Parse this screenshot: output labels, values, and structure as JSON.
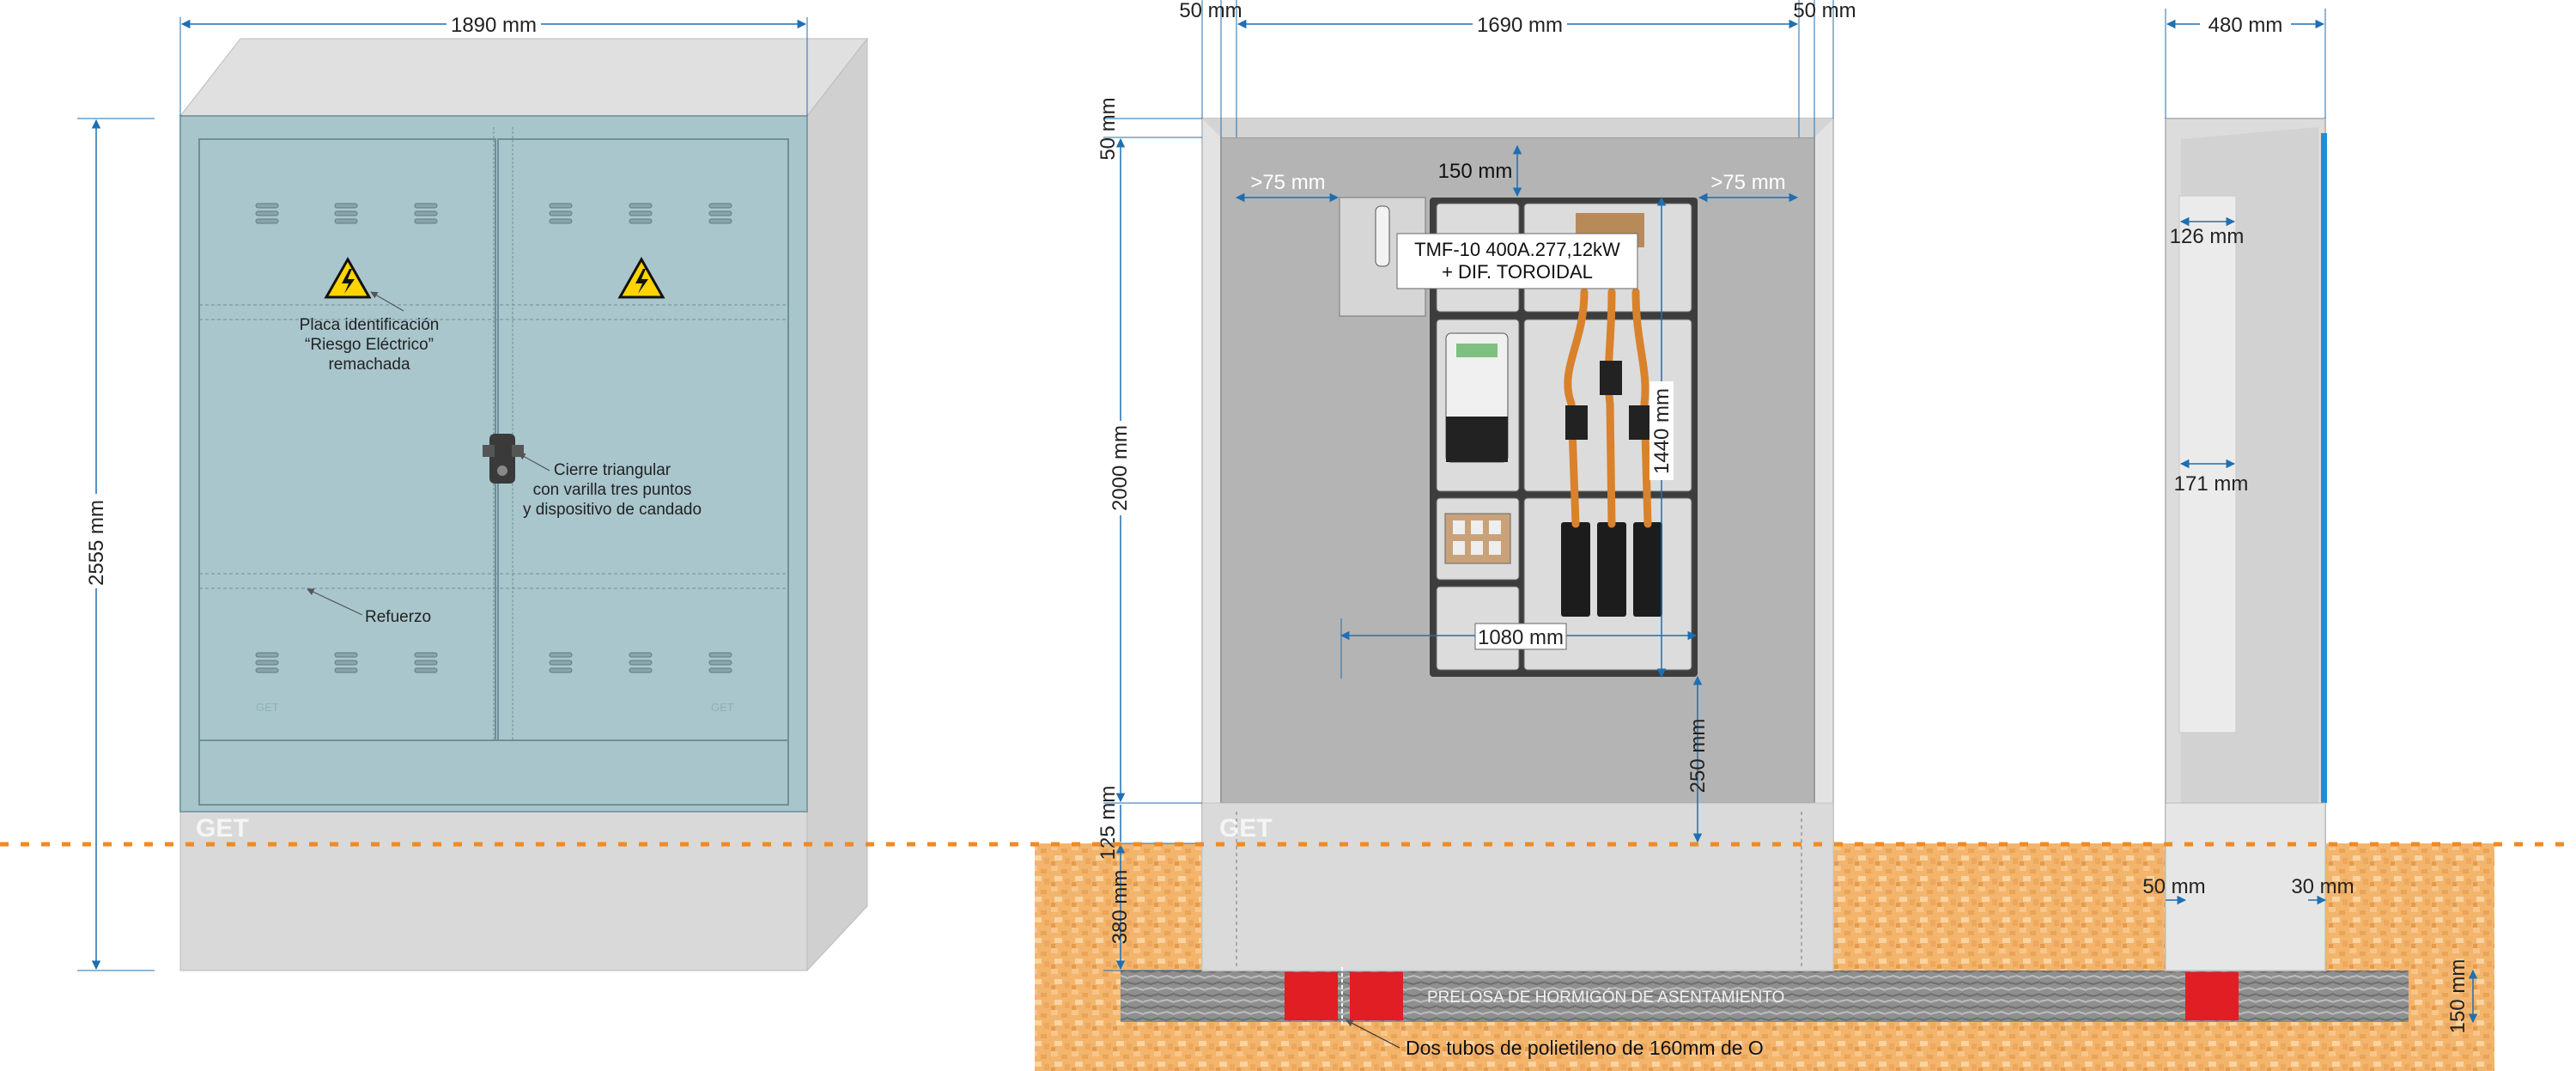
{
  "colors": {
    "door": "#a8c5cc",
    "door_dark": "#8fb0b8",
    "plinth": "#d9d9d9",
    "cabinet_side": "#d0d0d0",
    "cabinet_top": "#e0e0e0",
    "soil": "#f2b36b",
    "gravel": "#9a9a9a",
    "tube": "#e01e24",
    "ground_line": "#f08a24",
    "dimension": "#1f6fb2",
    "cable": "#d9822b",
    "blue_door_edge": "#1f8fd6"
  },
  "front_view": {
    "width_dim": "1890 mm",
    "height_dim": "2555 mm",
    "brand": "GET",
    "door_brand_left": "GET",
    "door_brand_right": "GET",
    "note_plate": [
      "Placa identificación",
      "“Riesgo Eléctrico”",
      "remachada"
    ],
    "note_lock": [
      "Cierre triangular",
      "con varilla tres puntos",
      "y dispositivo de candado"
    ],
    "note_reinforcement": "Refuerzo"
  },
  "inside_view": {
    "dim_left_wall": "50 mm",
    "dim_inner_width": "1690 mm",
    "dim_right_wall": "50 mm",
    "dim_top_wall": "50 mm",
    "dim_inner_height": "2000 mm",
    "dim_top_gap": "150 mm",
    "dim_left_gap": ">75 mm",
    "dim_right_gap": ">75 mm",
    "dim_panel_height": "1440 mm",
    "dim_panel_width": "1080 mm",
    "dim_bottom_gap": "250 mm",
    "dim_plinth_above": "125 mm",
    "dim_buried": "380 mm",
    "label_line1": "TMF-10 400A.277,12kW",
    "label_line2": "+ DIF. TOROIDAL",
    "brand": "GET",
    "slab_label": "PRELOSA DE HORMIGÓN DE ASENTAMIENTO",
    "tubes_label": "Dos tubos de polietileno de 160mm de O"
  },
  "side_view": {
    "dim_depth": "480 mm",
    "dim_door_depth": "126 mm",
    "dim_inner_depth": "171 mm",
    "dim_plinth_wall": "50 mm",
    "dim_plinth_front": "30 mm",
    "dim_slab": "150 mm"
  }
}
